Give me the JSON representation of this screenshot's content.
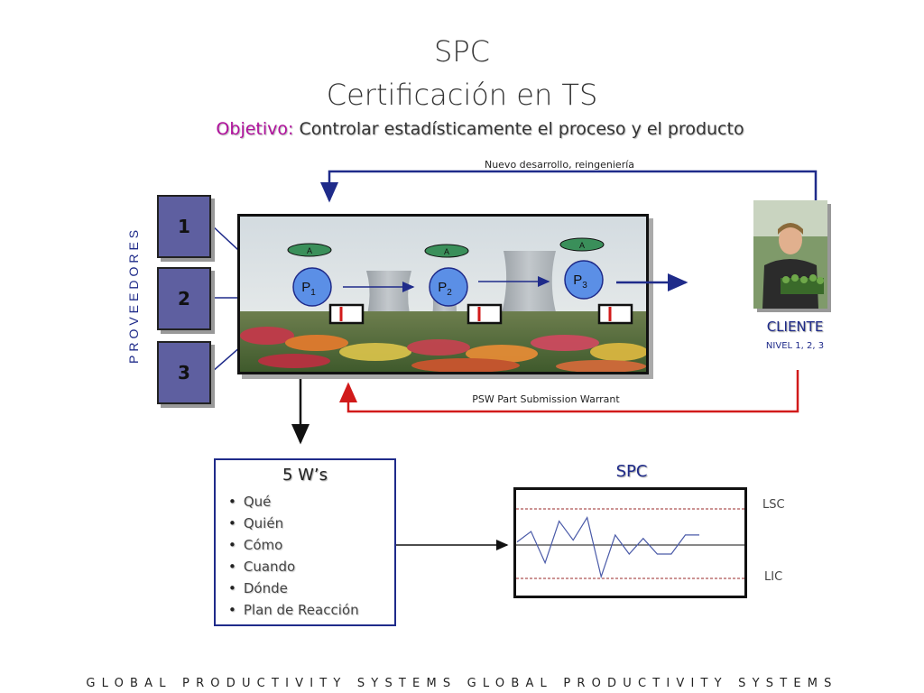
{
  "title": "SPC",
  "subtitle": "Certificación en TS",
  "objective": {
    "label": "Objetivo:",
    "text": "Controlar estadísticamente el proceso y el producto"
  },
  "top_arrow_label": "Nuevo desarrollo, reingeniería",
  "bottom_arrow_label": "PSW Part Submission Warrant",
  "suppliers": {
    "vertical_label": "PROVEEDORES",
    "boxes": [
      "1",
      "2",
      "3"
    ]
  },
  "processes": [
    {
      "name": "P",
      "sub": "1",
      "badge": "A"
    },
    {
      "name": "P",
      "sub": "2",
      "badge": "A"
    },
    {
      "name": "P",
      "sub": "3",
      "badge": "A"
    }
  ],
  "client": {
    "label": "CLIENTE",
    "level": "NIVEL 1, 2, 3"
  },
  "five_ws": {
    "title": "5 W’s",
    "items": [
      "Qué",
      "Quién",
      "Cómo",
      "Cuando",
      "Dónde",
      "Plan de Reacción"
    ]
  },
  "spc_chart": {
    "title": "SPC",
    "upper_limit_label": "LSC",
    "lower_limit_label": "LIC"
  },
  "chart_data": {
    "type": "line",
    "title": "SPC",
    "control_limits": {
      "upper": "LSC",
      "lower": "LIC"
    },
    "series": [
      {
        "values": [
          0.05,
          0.35,
          -0.55,
          0.65,
          0.1,
          0.75,
          -0.95,
          0.25,
          -0.3,
          0.15,
          -0.3,
          -0.3,
          0.25,
          0.25
        ]
      }
    ],
    "ylim": [
      -1.0,
      1.0
    ]
  },
  "footer": "GLOBAL PRODUCTIVITY SYSTEMS GLOBAL PRODUCTIVITY SYSTEMS",
  "colors": {
    "navy": "#1f2b8a",
    "red": "#d11a1a",
    "supplier_box": "#5e5fa0",
    "process_circle": "#5b8fe6",
    "badge": "#3a8f5a",
    "objective_label": "#b0109c"
  }
}
